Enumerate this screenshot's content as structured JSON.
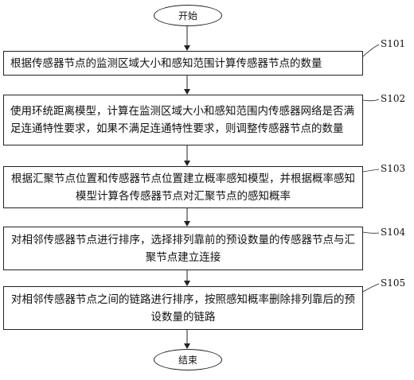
{
  "start": "开始",
  "end": "结束",
  "steps": [
    {
      "id": "S101",
      "text": "根据传感器节点的监测区域大小和感知范围计算传感器节点的数量"
    },
    {
      "id": "S102",
      "text": "使用环统距离模型，计算在监测区域大小和感知范围内传感器网络是否满足连通特性要求，如果不满足连通特性要求，则调整传感器节点的数量"
    },
    {
      "id": "S103",
      "text": "根据汇聚节点位置和传感器节点位置建立概率感知模型，并根据概率感知模型计算各传感器节点对汇聚节点的感知概率"
    },
    {
      "id": "S104",
      "text": "对相邻传感器节点进行排序，选择排列靠前的预设数量的传感器节点与汇聚节点建立连接"
    },
    {
      "id": "S105",
      "text": "对相邻传感器节点之间的链路进行排序，按照感知概率删除排列靠后的预设数量的链路"
    }
  ]
}
